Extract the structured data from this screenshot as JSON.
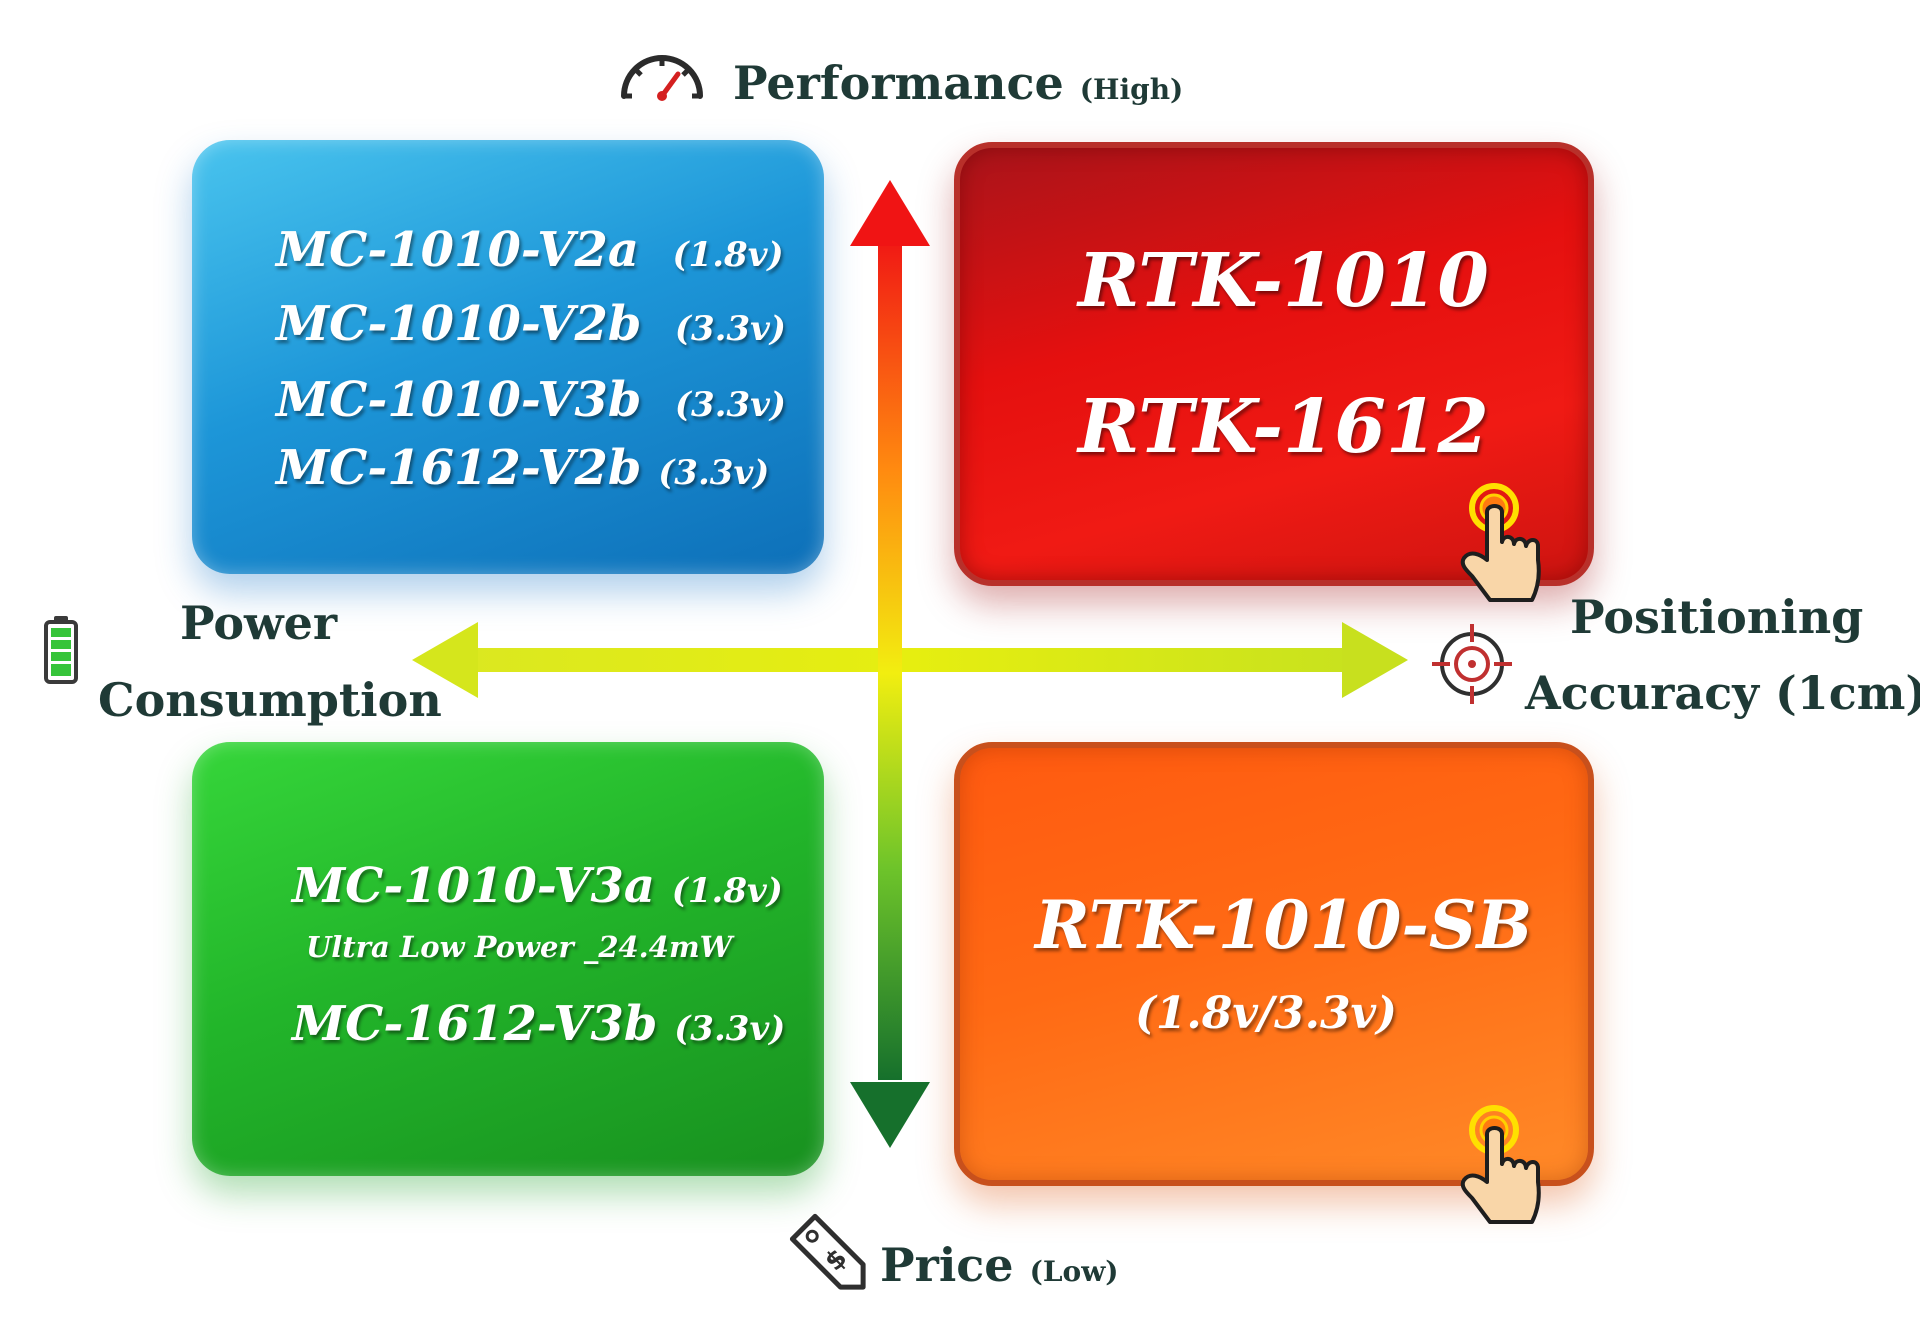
{
  "axes": {
    "top": {
      "label": "Performance",
      "sub": "(High)"
    },
    "bottom": {
      "label": "Price",
      "sub": "(Low)"
    },
    "left": {
      "line1": "Power",
      "line2": "Consumption"
    },
    "right": {
      "line1": "Positioning",
      "line2": "Accuracy (1cm)"
    }
  },
  "quadrants": {
    "top_left": {
      "color": "#1d96d8",
      "items": [
        {
          "name": "MC-1010-V2a",
          "voltage": "(1.8v)"
        },
        {
          "name": "MC-1010-V2b",
          "voltage": "(3.3v)"
        },
        {
          "name": "MC-1010-V3b",
          "voltage": "(3.3v)"
        },
        {
          "name": "MC-1612-V2b",
          "voltage": "(3.3v)"
        }
      ]
    },
    "top_right": {
      "color": "#e5100f",
      "items": [
        "RTK-1010",
        "RTK-1612"
      ]
    },
    "bottom_left": {
      "color": "#22b52a",
      "item1": {
        "name": "MC-1010-V3a",
        "voltage": "(1.8v)"
      },
      "note": "Ultra Low Power _24.4mW",
      "item2": {
        "name": "MC-1612-V3b",
        "voltage": "(3.3v)"
      }
    },
    "bottom_right": {
      "color": "#ff6a14",
      "name": "RTK-1010-SB",
      "voltage": "(1.8v/3.3v)"
    }
  },
  "icons": [
    "speedometer-icon",
    "battery-icon",
    "target-icon",
    "price-tag-icon",
    "pointer-hand-icon"
  ]
}
